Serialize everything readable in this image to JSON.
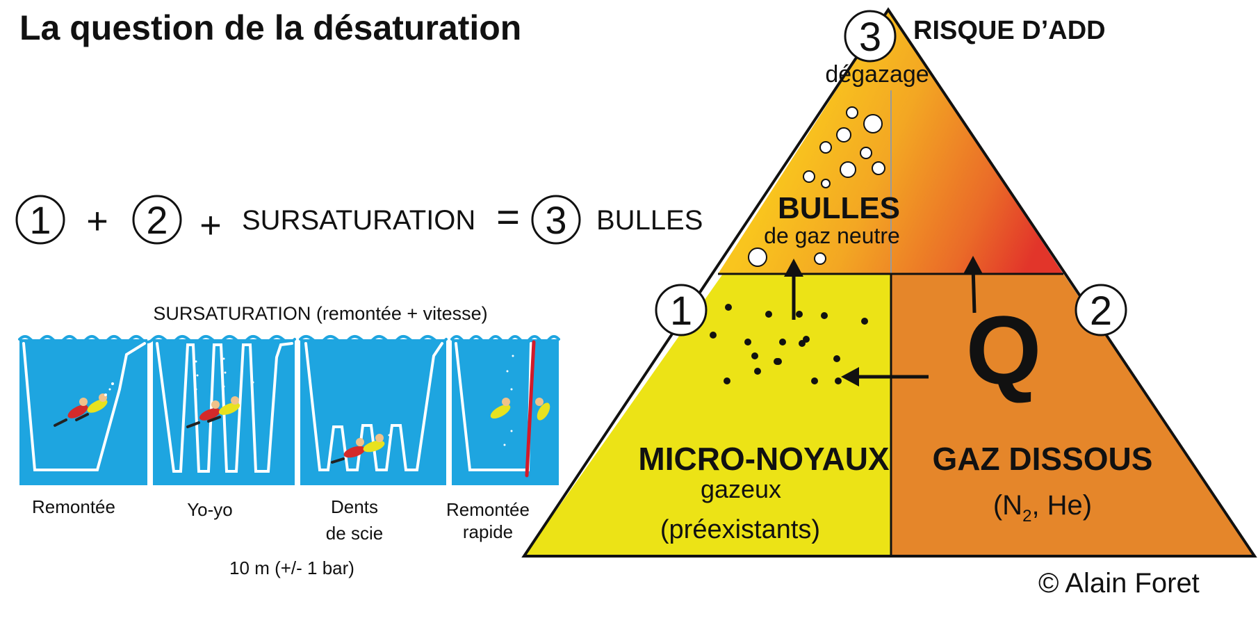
{
  "title": "La question de la désaturation",
  "equation": {
    "n1": "1",
    "plus1": "+",
    "n2": "2",
    "plus2": "+",
    "word": "SURSATURATION",
    "equals": "=",
    "n3": "3",
    "result": "BULLES"
  },
  "profiles": {
    "heading": "SURSATURATION (remontée + vitesse)",
    "panels": [
      {
        "line1": "Remontée",
        "line2": ""
      },
      {
        "line1": "Yo-yo",
        "line2": ""
      },
      {
        "line1": "Dents",
        "line2": "de scie"
      },
      {
        "line1": "Remontée",
        "line2": "rapide"
      }
    ],
    "depth_note": "10 m (+/- 1 bar)"
  },
  "pyramid": {
    "top": {
      "number": "3",
      "risk_label": "RISQUE D’ADD",
      "sub_label": "dégazage",
      "title": "BULLES",
      "subtitle": "de gaz neutre"
    },
    "left": {
      "number": "1",
      "title": "MICRO-NOYAUX",
      "line1": "gazeux",
      "line2": "(préexistants)"
    },
    "right": {
      "number": "2",
      "letter": "Q",
      "title": "GAZ DISSOUS",
      "formula_open": "(N",
      "formula_sub": "2",
      "formula_rest": ", He)"
    },
    "colors": {
      "yellow": "#ece316",
      "orange": "#e5862a",
      "top_yellow": "#f8c51d",
      "top_red": "#e2352a"
    }
  },
  "copyright": "© Alain Foret",
  "water_color": "#1ea5e0"
}
